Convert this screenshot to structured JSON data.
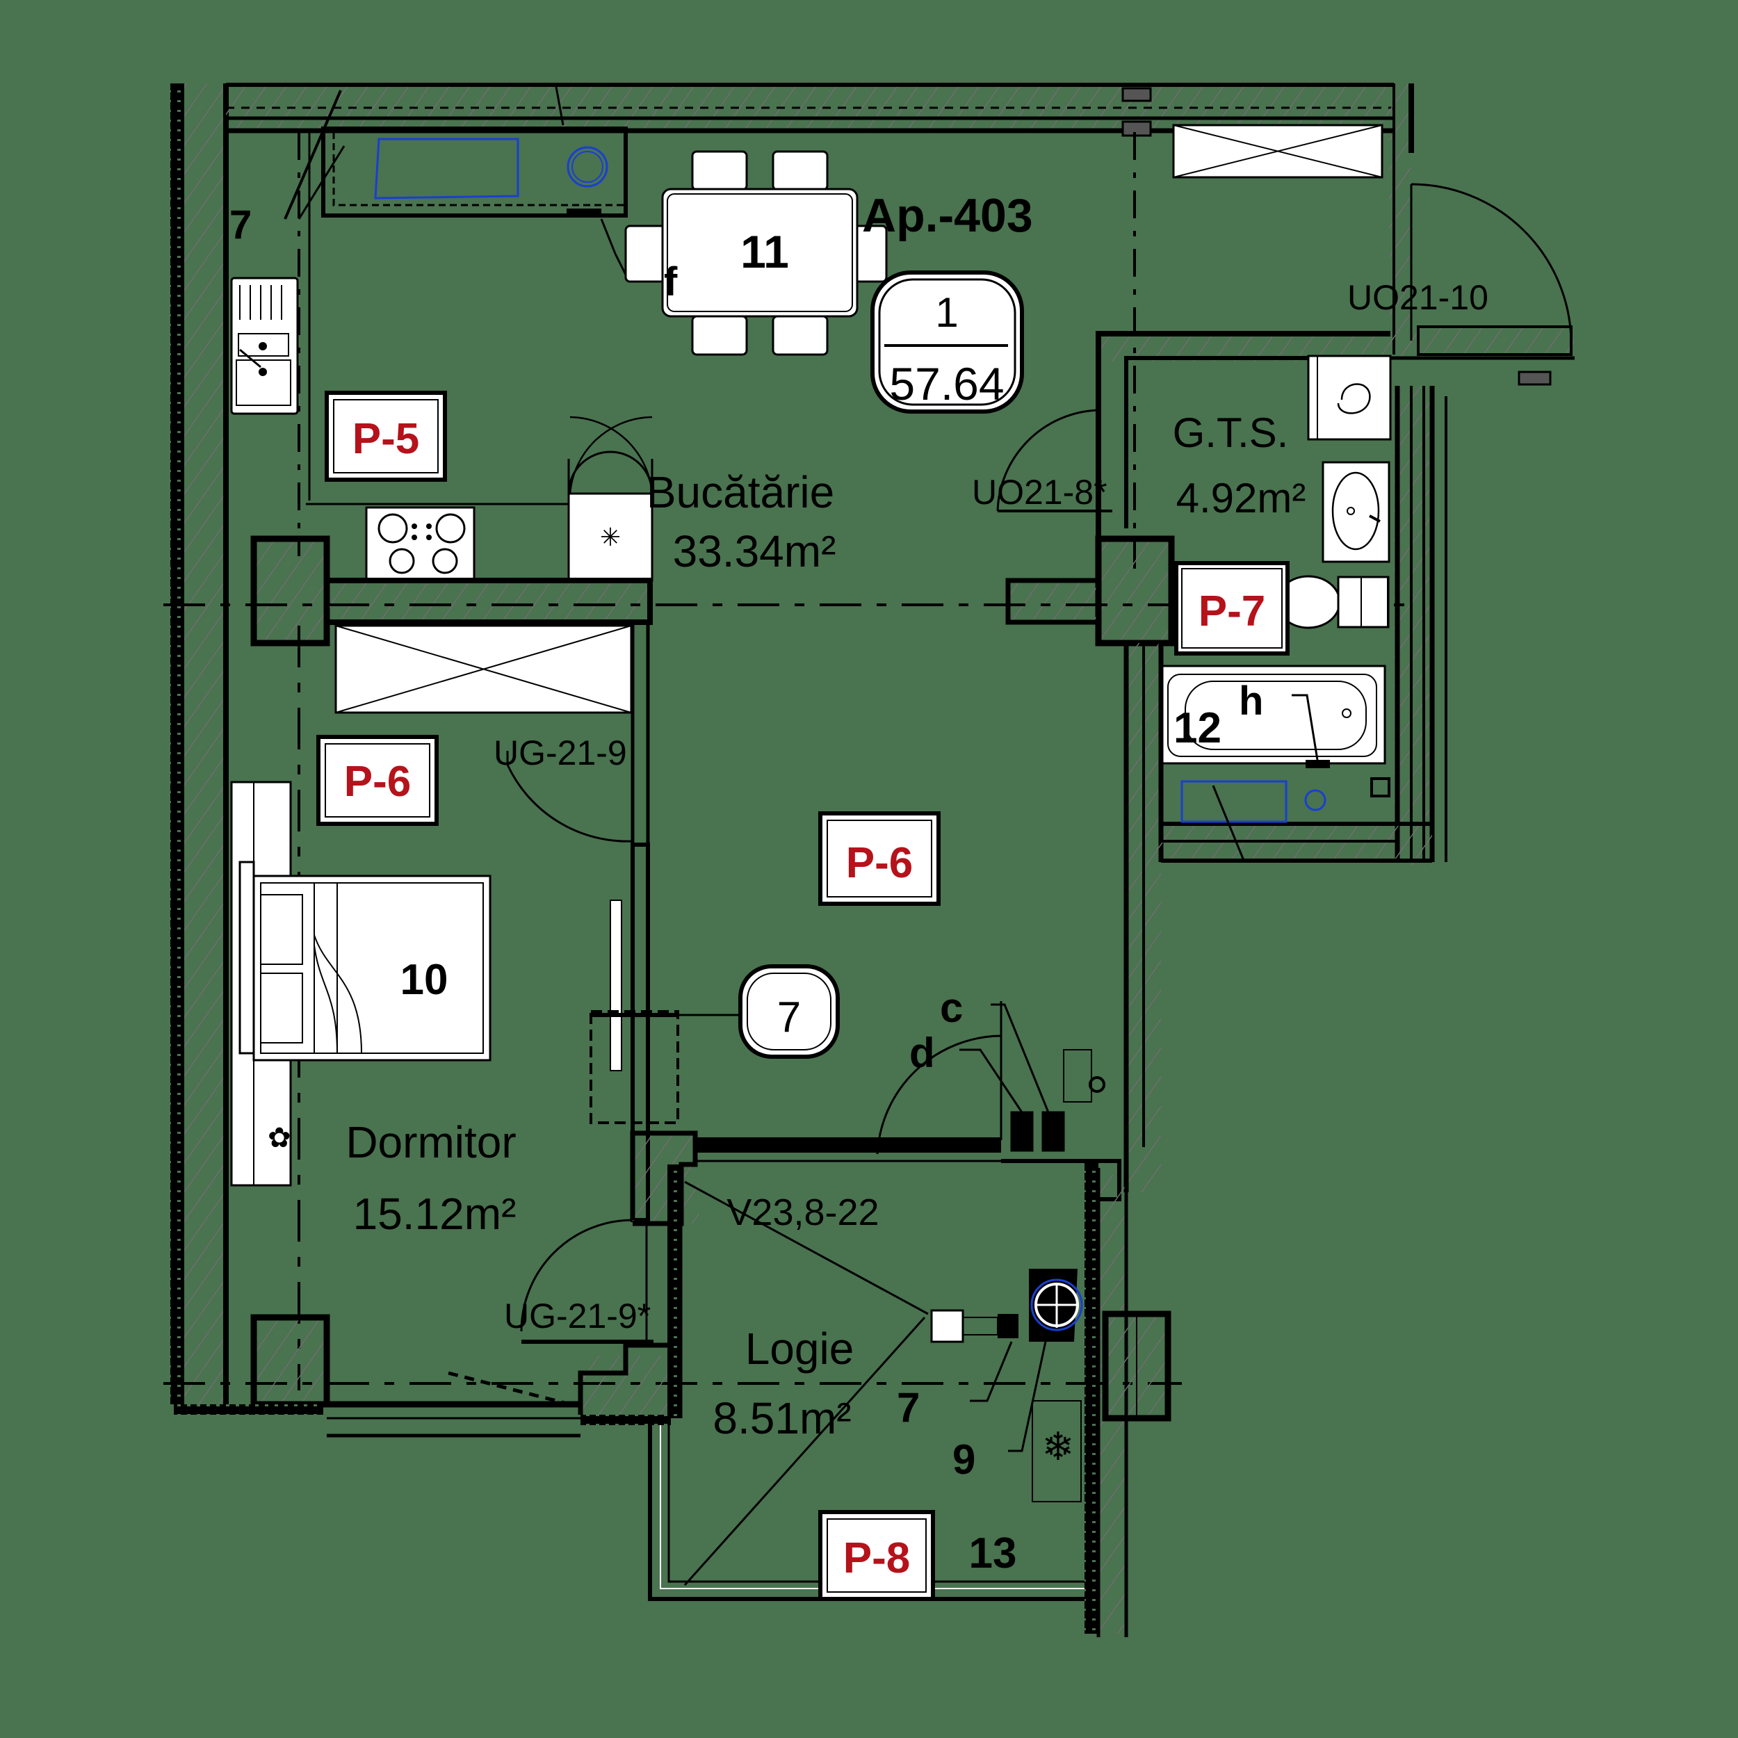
{
  "plan": {
    "apartment_label": "Ap.-403",
    "apartment_badge": {
      "rooms": "1",
      "area": "57.64"
    },
    "background_color": "#4a7350",
    "tag_text_color": "#b5121b",
    "rooms": [
      {
        "name": "Bucătărie",
        "area": "33.34m²"
      },
      {
        "name": "G.T.S.",
        "area": "4.92m²"
      },
      {
        "name": "Dormitor",
        "area": "15.12m²"
      },
      {
        "name": "Logie",
        "area": "8.51m²"
      }
    ],
    "finish_tags": [
      "P-5",
      "P-6",
      "P-6",
      "P-7",
      "P-8"
    ],
    "door_window_codes": [
      "UO21-10",
      "UO21-8*",
      "UG-21-9",
      "UG-21-9*",
      "V23,8-22"
    ],
    "furniture_numbers": [
      "11",
      "10",
      "12",
      "13",
      "7",
      "7",
      "9"
    ],
    "callout_badge": "7",
    "detail_letters": [
      "f",
      "h",
      "c",
      "d"
    ],
    "icons": [
      "sink-icon",
      "cooktop-icon",
      "fridge-icon",
      "dining-table-icon",
      "bed-icon",
      "plant-icon",
      "washing-machine-icon",
      "washbasin-icon",
      "toilet-icon",
      "bathtub-icon",
      "boiler-icon",
      "snowflake-icon",
      "radiator-icon"
    ]
  }
}
